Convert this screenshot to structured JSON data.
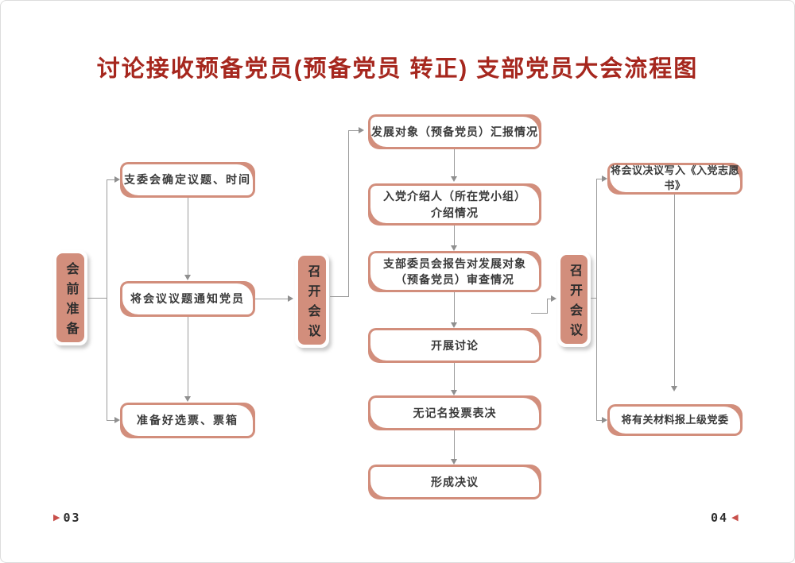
{
  "title": "讨论接收预备党员(预备党员 转正) 支部党员大会流程图",
  "stages": {
    "pre": "会前准备",
    "mid": "召开会议",
    "post": "召开会议"
  },
  "left_column": {
    "boxes": [
      {
        "lines": [
          "支委会确定议题、时间"
        ]
      },
      {
        "lines": [
          "将会议议题通知党员"
        ]
      },
      {
        "lines": [
          "准备好选票、票箱"
        ]
      }
    ]
  },
  "middle_column": {
    "boxes": [
      {
        "lines": [
          "发展对象（预备党员）汇报情况"
        ]
      },
      {
        "lines": [
          "入党介绍人（所在党小组）",
          "介绍情况"
        ]
      },
      {
        "lines": [
          "支部委员会报告对发展对象",
          "（预备党员）审查情况"
        ]
      },
      {
        "lines": [
          "开展讨论"
        ]
      },
      {
        "lines": [
          "无记名投票表决"
        ]
      },
      {
        "lines": [
          "形成决议"
        ]
      }
    ]
  },
  "right_column": {
    "boxes": [
      {
        "lines": [
          "将会议决议写入《入党志愿书》"
        ]
      },
      {
        "lines": [
          "将有关材料报上级党委"
        ]
      }
    ]
  },
  "footer": {
    "left_page": "03",
    "right_page": "04"
  },
  "icons": {
    "prev_triangle": "▶",
    "next_triangle": "◀"
  },
  "colors": {
    "accent_fill": "#d28e7c",
    "title_red": "#a6271e",
    "line_gray": "#9b9b9b",
    "marker_red": "#c8504b"
  }
}
